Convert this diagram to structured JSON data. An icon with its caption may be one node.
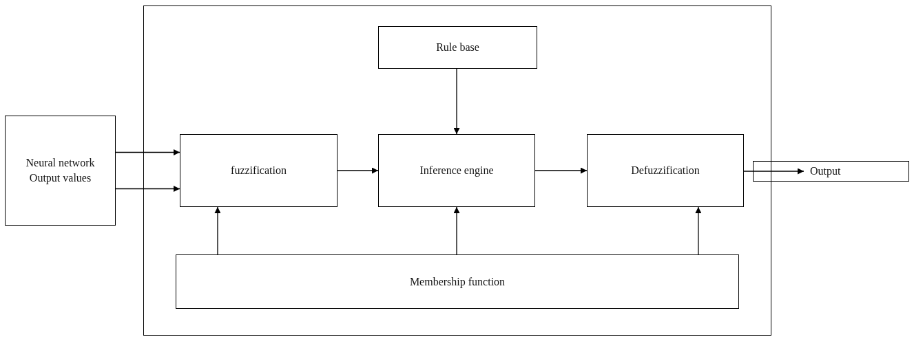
{
  "diagram": {
    "nodes": [
      {
        "text": [],
        "shape": "box"
      },
      {
        "text": [
          "Rule base"
        ],
        "in": 0
      },
      {
        "text": [
          "Neural network Output values"
        ]
      },
      {
        "text": [
          "fuzzification"
        ],
        "in": 0
      },
      {
        "text": [
          "Inference engine"
        ],
        "in": 0
      },
      {
        "text": [
          "Defuzzification"
        ],
        "in": 0
      },
      {
        "text": [
          "Output"
        ]
      },
      {
        "text": [
          "Membership function"
        ],
        "in": 0
      }
    ],
    "edges": [
      {
        "from": 2,
        "to": 3,
        "arrow": "to"
      },
      {
        "from": 2,
        "to": 3,
        "arrow": "to"
      },
      {
        "from": 3,
        "to": 4,
        "arrow": "to"
      },
      {
        "from": 1,
        "to": 4,
        "arrow": "to"
      },
      {
        "from": 4,
        "to": 5,
        "arrow": "to"
      },
      {
        "from": 5,
        "to": 6,
        "arrow": "to"
      },
      {
        "from": 7,
        "to": 3,
        "arrow": "to"
      },
      {
        "from": 7,
        "to": 4,
        "arrow": "to"
      },
      {
        "from": 7,
        "to": 5,
        "arrow": "to"
      }
    ]
  }
}
